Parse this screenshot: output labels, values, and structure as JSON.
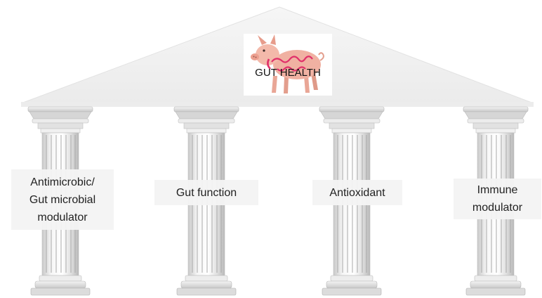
{
  "roof": {
    "title": "GUT HEALTH",
    "image": "pig-icon"
  },
  "pillars": [
    {
      "label": "Antimicrobic/\nGut microbial\nmodulator"
    },
    {
      "label": "Gut function"
    },
    {
      "label": "Antioxidant"
    },
    {
      "label": "Immune\nmodulator"
    }
  ],
  "colors": {
    "roof": "#f2f2f2",
    "column": "#e6e6e6",
    "label_bg": "#f4f4f4",
    "pig": "#f0b1a2",
    "intestine": "#e0306a"
  }
}
